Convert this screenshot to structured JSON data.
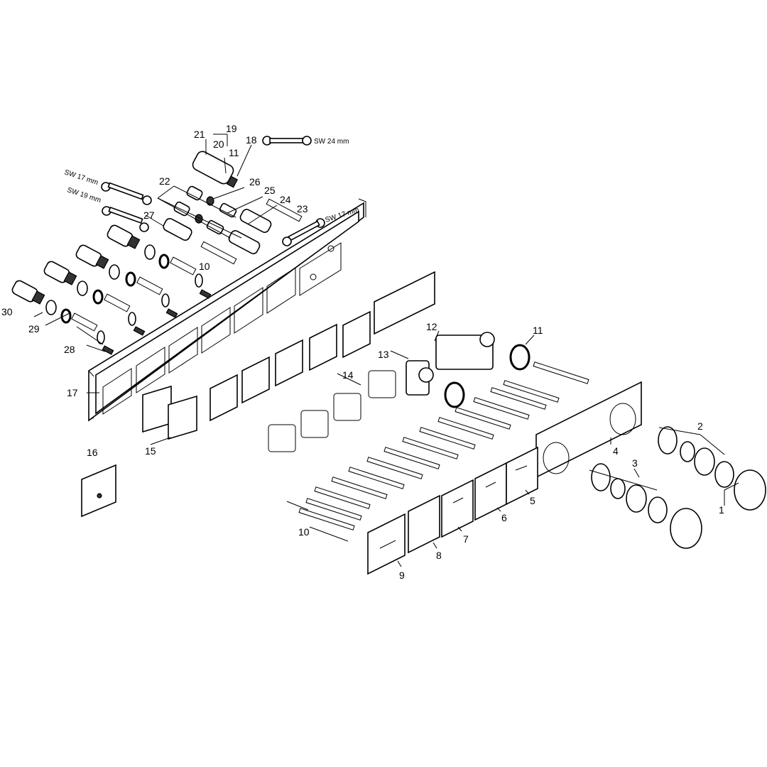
{
  "labels": {
    "p1": "1",
    "p2": "2",
    "p3": "3",
    "p4": "4",
    "p5": "5",
    "p6": "6",
    "p7": "7",
    "p8": "8",
    "p9": "9",
    "p10a": "10",
    "p10b": "10",
    "p11a": "11",
    "p11b": "11",
    "p12": "12",
    "p13": "13",
    "p14": "14",
    "p15": "15",
    "p16": "16",
    "p17": "17",
    "p18": "18",
    "p19": "19",
    "p20": "20",
    "p21": "21",
    "p22": "22",
    "p23": "23",
    "p24": "24",
    "p25": "25",
    "p26": "26",
    "p27": "27",
    "p28": "28",
    "p29": "29",
    "p30": "30"
  },
  "tools": {
    "sw24": "SW 24 mm",
    "sw17a": "SW 17 mm",
    "sw19": "SW 19 mm",
    "sw17b": "SW 17 mm"
  }
}
